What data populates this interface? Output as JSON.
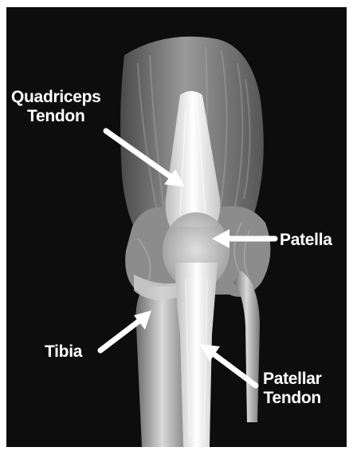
{
  "labels": {
    "quadriceps_tendon": [
      "Quadriceps",
      "Tendon"
    ],
    "patella": "Patella",
    "tibia": "Tibia",
    "patellar_tendon": [
      "Patellar",
      "Tendon"
    ]
  },
  "colors": {
    "background": "#0d0d0d",
    "muscle": "#8a8a8a",
    "tendon": "#f2f2f2",
    "arrow": "#ffffff"
  }
}
